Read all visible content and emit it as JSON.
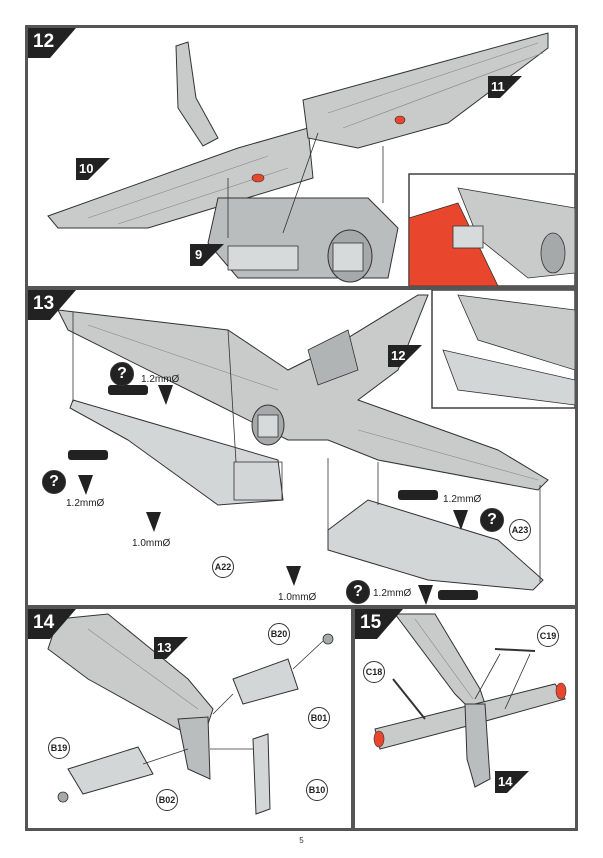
{
  "steps": {
    "s12": {
      "number": "12",
      "refs": {
        "wing_left": "10",
        "wing_right": "11",
        "fuselage": "9"
      }
    },
    "s13": {
      "number": "13",
      "ref_prev": "12",
      "callouts": {
        "left_panel": "A22",
        "right_panel": "A23"
      },
      "drill_labels": [
        "1.2mmØ",
        "1.2mmØ",
        "1.0mmØ",
        "1.2mmØ",
        "1.0mmØ",
        "1.2mmØ"
      ]
    },
    "s14": {
      "number": "14",
      "ref_prev": "13",
      "callouts": {
        "b20": "B20",
        "b01": "B01",
        "b19": "B19",
        "b02": "B02",
        "b10": "B10"
      }
    },
    "s15": {
      "number": "15",
      "ref_prev": "14",
      "callouts": {
        "c19": "C19",
        "c18": "C18"
      }
    }
  },
  "page_number": "5",
  "colors": {
    "frame": "#555555",
    "part": "#c9cbcb",
    "part_dark": "#8f9393",
    "highlight": "#e8472e"
  }
}
